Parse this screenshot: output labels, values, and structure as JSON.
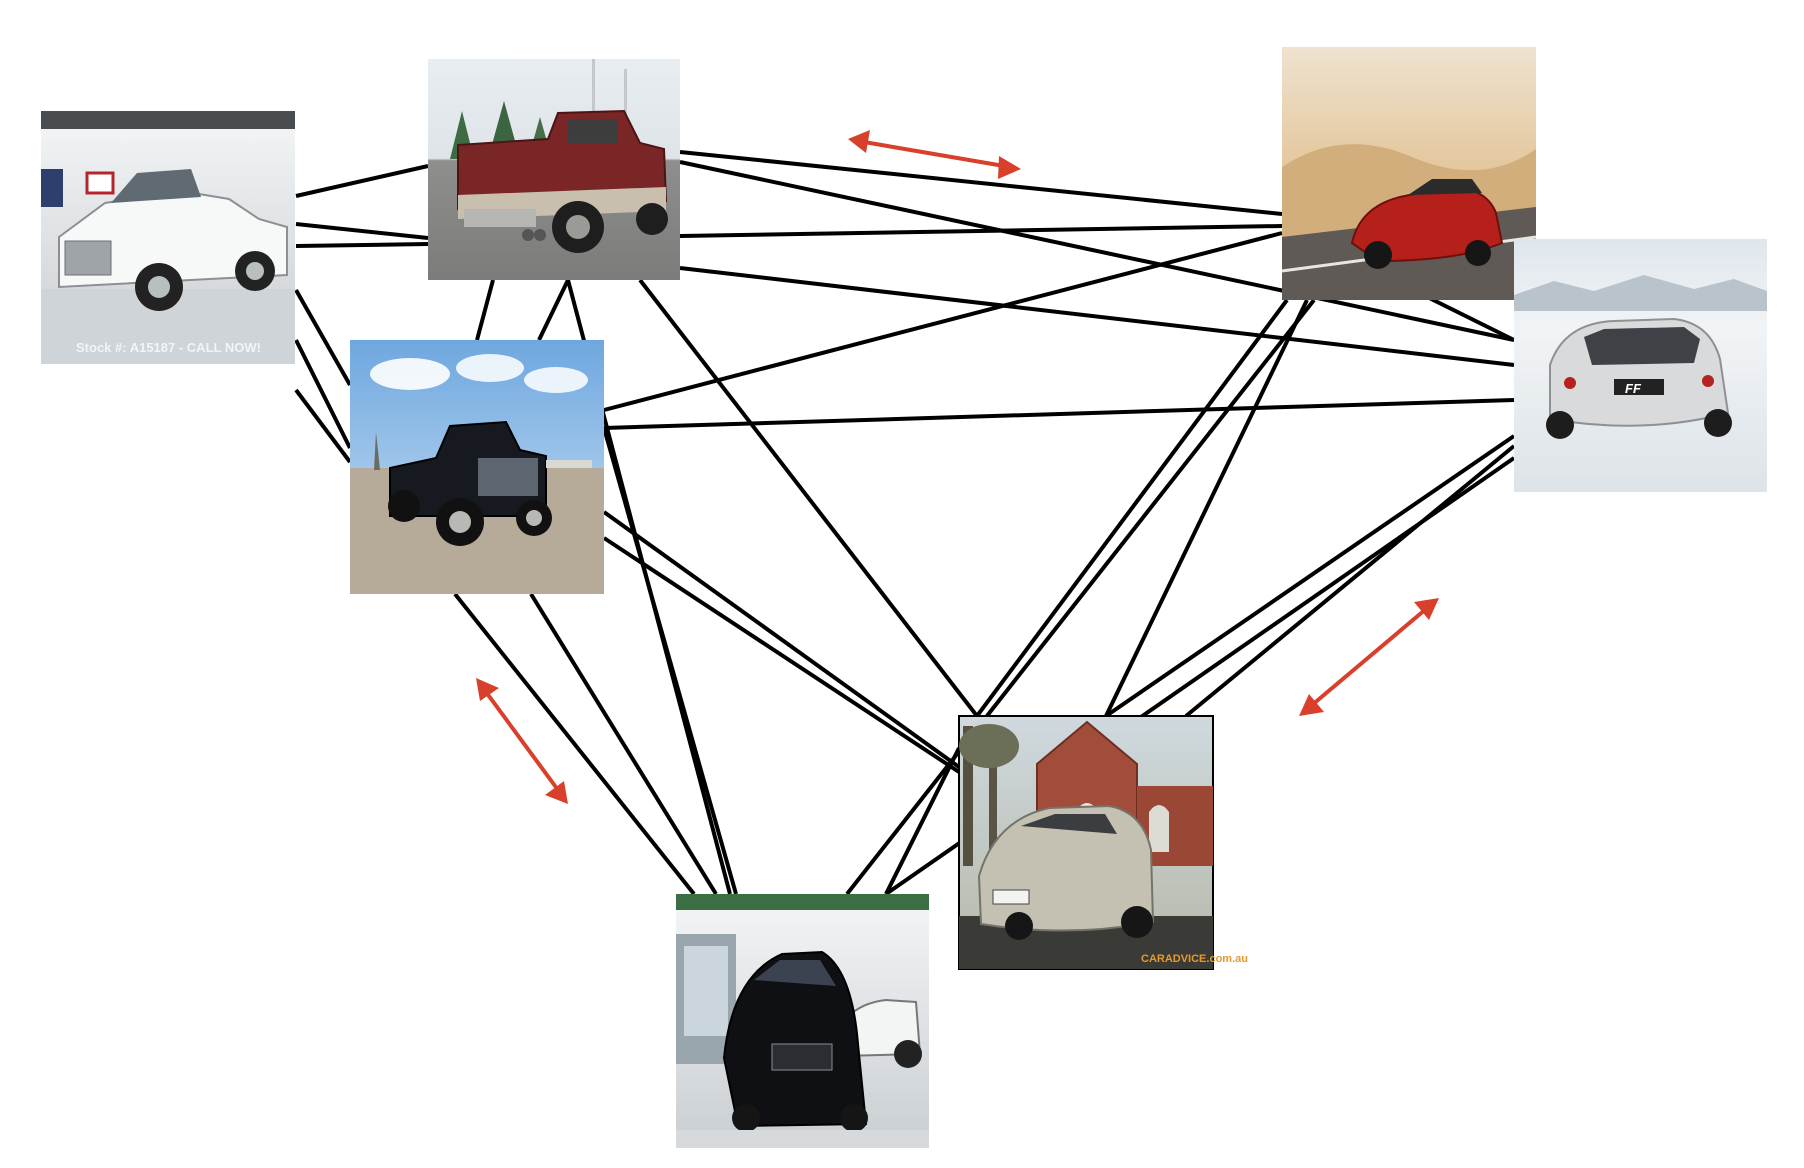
{
  "colors": {
    "edge": "#000000",
    "arrow": "#d9402b",
    "sky_blue": "#7fb1e3",
    "sand": "#d8b888",
    "snow": "#e8ecef",
    "showroom": "#e9ecee",
    "brick": "#9b4a38"
  },
  "nodes": [
    {
      "id": "white-pickup",
      "depicts": "white dually pickup in showroom",
      "caption": "Stock #: A15187 - CALL NOW!"
    },
    {
      "id": "red-pickup",
      "depicts": "maroon pickup truck rear view on dealer lot"
    },
    {
      "id": "black-pickup",
      "depicts": "black dually pickup under blue sky"
    },
    {
      "id": "red-ferrari",
      "depicts": "red ferrari ff on desert road"
    },
    {
      "id": "silver-ferrari",
      "depicts": "silver ferrari ff in snow",
      "badge": "FF"
    },
    {
      "id": "silver-lancer",
      "depicts": "silver mitsubishi lancer by brick church",
      "watermark": "CARADVICE.com.au"
    },
    {
      "id": "black-lancer",
      "depicts": "black mitsubishi lancer in showroom"
    }
  ],
  "edges": [
    [
      "white-pickup",
      "red-pickup"
    ],
    [
      "white-pickup",
      "red-pickup"
    ],
    [
      "white-pickup",
      "red-pickup"
    ],
    [
      "white-pickup",
      "black-pickup"
    ],
    [
      "white-pickup",
      "black-pickup"
    ],
    [
      "white-pickup",
      "black-pickup"
    ],
    [
      "red-pickup",
      "black-pickup"
    ],
    [
      "red-pickup",
      "black-pickup"
    ],
    [
      "red-pickup",
      "red-ferrari"
    ],
    [
      "red-pickup",
      "red-ferrari"
    ],
    [
      "red-pickup",
      "silver-ferrari"
    ],
    [
      "red-pickup",
      "silver-ferrari"
    ],
    [
      "red-pickup",
      "silver-lancer"
    ],
    [
      "red-pickup",
      "black-lancer"
    ],
    [
      "black-pickup",
      "red-ferrari"
    ],
    [
      "black-pickup",
      "silver-ferrari"
    ],
    [
      "black-pickup",
      "silver-lancer"
    ],
    [
      "black-pickup",
      "silver-lancer"
    ],
    [
      "black-pickup",
      "black-lancer"
    ],
    [
      "black-pickup",
      "black-lancer"
    ],
    [
      "black-pickup",
      "black-lancer"
    ],
    [
      "red-ferrari",
      "silver-ferrari"
    ],
    [
      "red-ferrari",
      "silver-lancer"
    ],
    [
      "red-ferrari",
      "silver-lancer"
    ],
    [
      "red-ferrari",
      "black-lancer"
    ],
    [
      "silver-ferrari",
      "silver-lancer"
    ],
    [
      "silver-ferrari",
      "silver-lancer"
    ],
    [
      "silver-ferrari",
      "black-lancer"
    ],
    [
      "silver-lancer",
      "black-lancer"
    ]
  ],
  "arrows": [
    {
      "id": "arrow-top",
      "between": [
        "pickups",
        "ferraris"
      ]
    },
    {
      "id": "arrow-left",
      "between": [
        "pickups",
        "lancers"
      ]
    },
    {
      "id": "arrow-right",
      "between": [
        "ferraris",
        "lancers"
      ]
    }
  ]
}
